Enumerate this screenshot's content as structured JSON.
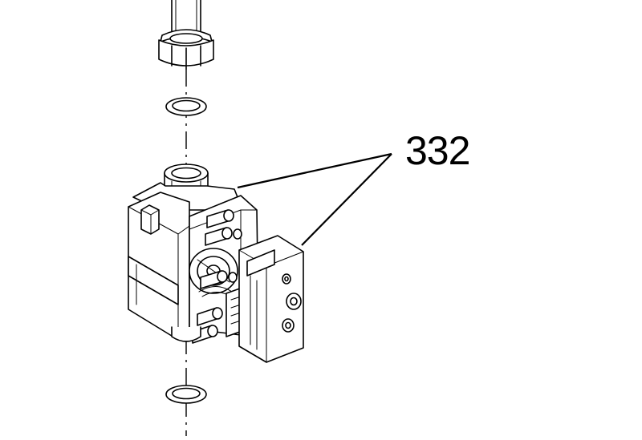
{
  "diagram": {
    "part_number": "332",
    "components": [
      {
        "name": "connecting-pipe-with-nut"
      },
      {
        "name": "sealing-washer-upper"
      },
      {
        "name": "gas-valve"
      },
      {
        "name": "sealing-washer-lower"
      }
    ],
    "leader_lines": 2,
    "line_color": "#000000",
    "background_color": "#ffffff"
  }
}
